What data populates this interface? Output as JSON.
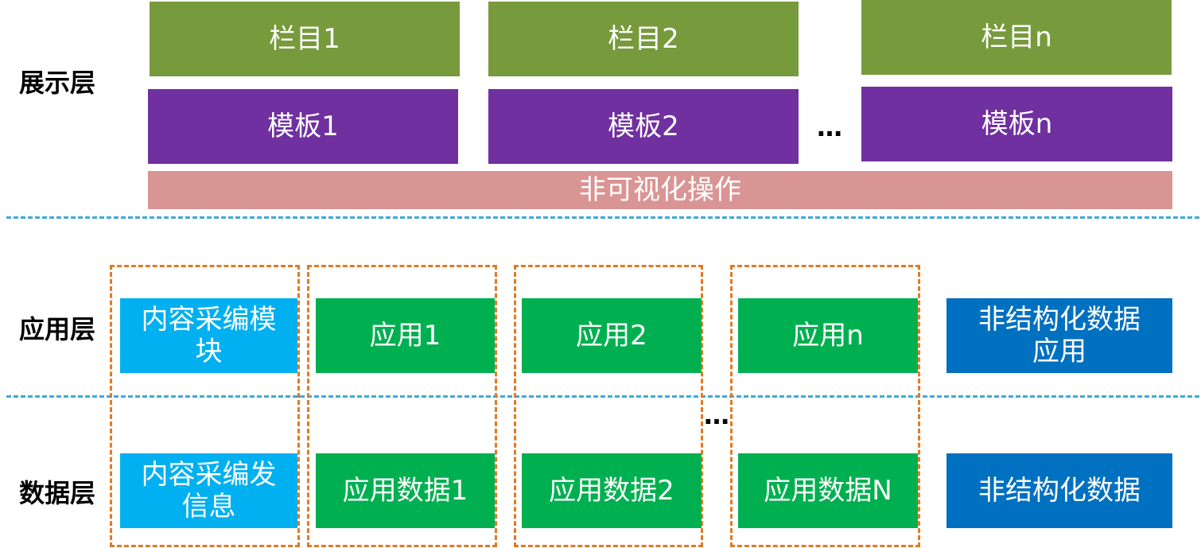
{
  "layers": {
    "presentation": "展示层",
    "application": "应用层",
    "data": "数据层"
  },
  "presentation": {
    "columns": [
      "栏目1",
      "栏目2",
      "栏目n"
    ],
    "templates": [
      "模板1",
      "模板2",
      "模板n"
    ],
    "ellipsis": "…",
    "non_visual_ops": "非可视化操作"
  },
  "application": {
    "content_module": "内容采编模\n块",
    "apps": [
      "应用1",
      "应用2",
      "应用n"
    ],
    "unstructured_app": "非结构化数据\n应用"
  },
  "data": {
    "content_info": "内容采编发\n信息",
    "app_data": [
      "应用数据1",
      "应用数据2",
      "应用数据N"
    ],
    "unstructured_data": "非结构化数据",
    "ellipsis": "…"
  },
  "colors": {
    "column": "#779a3c",
    "template": "#7030a0",
    "non_visual": "#d99594",
    "content": "#00b0f0",
    "app": "#00b050",
    "unstructured": "#0070c0",
    "group_border": "#e07b24",
    "divider": "#3fa9d8"
  }
}
